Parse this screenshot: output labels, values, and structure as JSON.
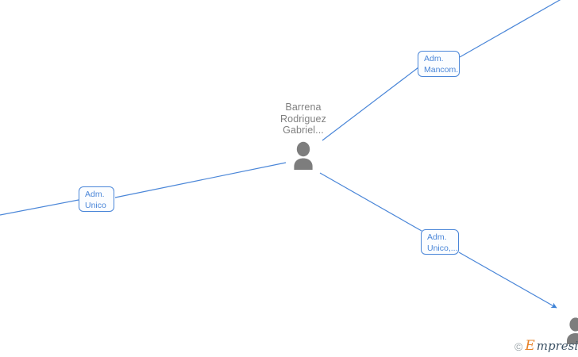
{
  "diagram": {
    "type": "org-relationship-graph",
    "background_color": "#ffffff",
    "edge_color": "#4a86d8",
    "node_color": "#808080",
    "box_border_color": "#4a86d8",
    "box_fill_color": "#fbfdff",
    "box_text_color": "#4a86d8",
    "center_node": {
      "name": "Barrena\nRodriguez\nGabriel...",
      "icon": "person-icon"
    },
    "edge_node": {
      "icon": "person-icon-cropped"
    },
    "relations": [
      {
        "id": "mancom",
        "label": "Adm.\nMancom."
      },
      {
        "id": "unico",
        "label": "Adm.\nUnico"
      },
      {
        "id": "unico2",
        "label": "Adm.\nUnico,..."
      }
    ]
  },
  "watermark": {
    "copyright": "©",
    "brand_initial": "E",
    "brand_rest": "mpresia"
  }
}
